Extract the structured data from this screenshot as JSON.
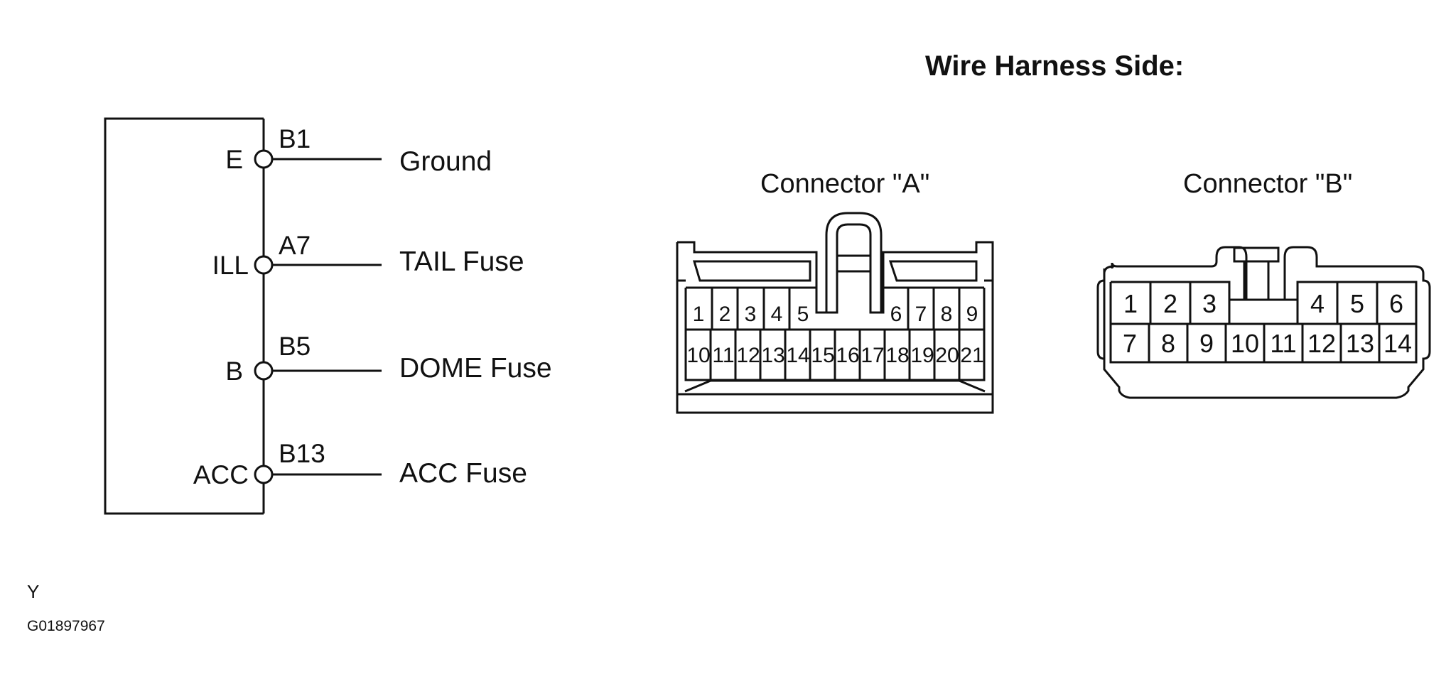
{
  "header": "Wire Harness Side:",
  "schematic": {
    "terminals": [
      {
        "name": "E",
        "pin": "B1",
        "signal": "Ground"
      },
      {
        "name": "ILL",
        "pin": "A7",
        "signal": "TAIL Fuse"
      },
      {
        "name": "B",
        "pin": "B5",
        "signal": "DOME Fuse"
      },
      {
        "name": "ACC",
        "pin": "B13",
        "signal": "ACC Fuse"
      }
    ]
  },
  "connector_a": {
    "title": "Connector \"A\"",
    "pins_top": [
      "1",
      "2",
      "3",
      "4",
      "5",
      "6",
      "7",
      "8",
      "9"
    ],
    "pins_bottom": [
      "10",
      "11",
      "12",
      "13",
      "14",
      "15",
      "16",
      "17",
      "18",
      "19",
      "20",
      "21"
    ]
  },
  "connector_b": {
    "title": "Connector \"B\"",
    "pins_top": [
      "1",
      "2",
      "3",
      "4",
      "5",
      "6"
    ],
    "pins_bottom": [
      "7",
      "8",
      "9",
      "10",
      "11",
      "12",
      "13",
      "14"
    ]
  },
  "footer": {
    "line1": "Y",
    "line2": "G01897967"
  }
}
